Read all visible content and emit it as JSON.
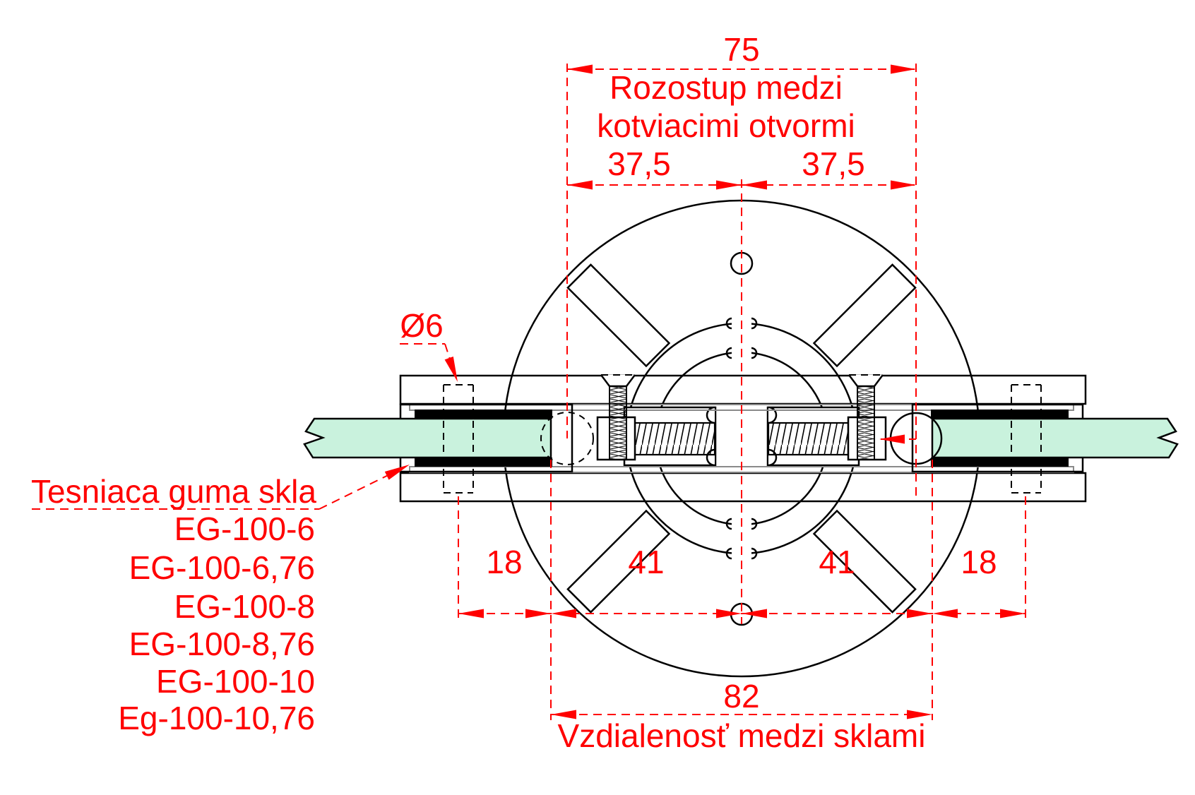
{
  "drawing": {
    "type": "technical-cad-drawing",
    "subject": "glass-clamp-on-round-post-top-view",
    "colors": {
      "annotation": "#FF0000",
      "glass_fill": "#C9F2DD",
      "line": "#000000",
      "background": "#FFFFFF"
    },
    "dims": {
      "top": {
        "total": "75",
        "caption_line1": "Rozostup medzi",
        "caption_line2": "kotviacimi otvormi",
        "half_left": "37,5",
        "half_right": "37,5"
      },
      "bottom": {
        "seg1": "18",
        "seg2": "41",
        "seg3": "41",
        "seg4": "18",
        "total": "82",
        "caption": "Vzdialenosť medzi sklami"
      },
      "hole_diameter": "Ø6"
    },
    "gasket": {
      "label": "Tesniaca guma skla",
      "models": [
        "EG-100-6",
        "EG-100-6,76",
        "EG-100-8",
        "EG-100-8,76",
        "EG-100-10",
        "Eg-100-10,76"
      ]
    }
  }
}
